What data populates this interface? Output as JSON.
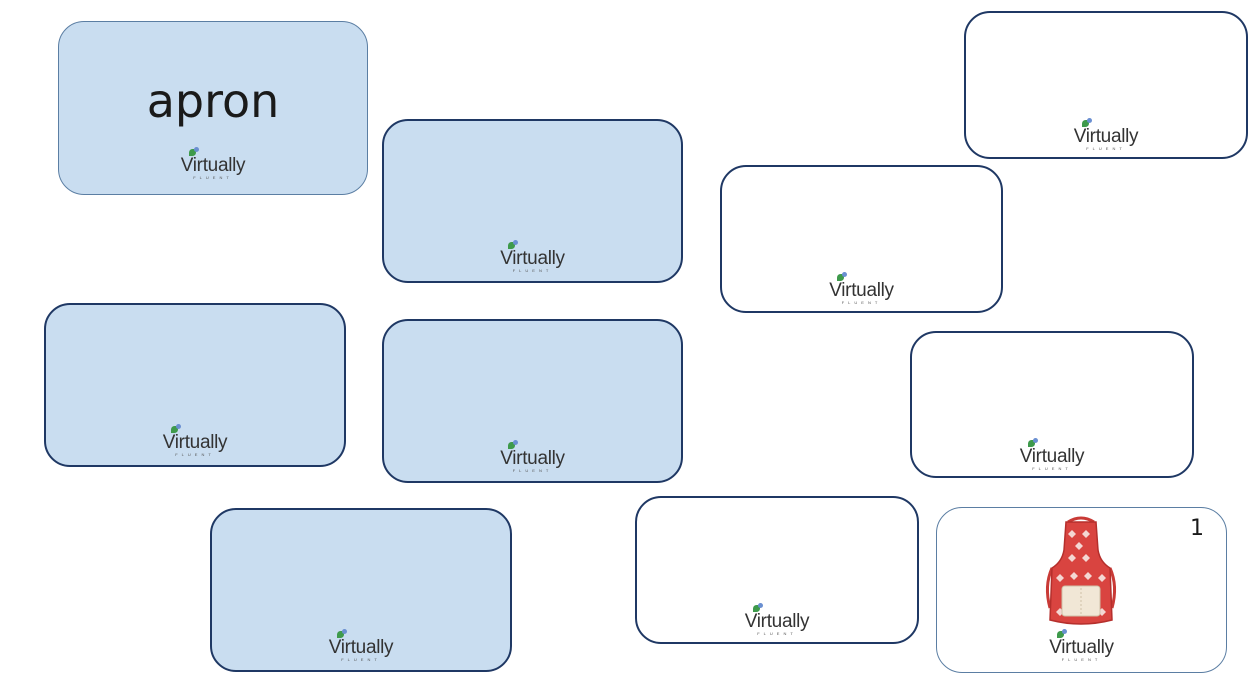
{
  "cards": [
    {
      "id": "apron-word",
      "word": "apron",
      "logo": "Virtually",
      "logo_sub": "FLUENT"
    },
    {
      "id": "blue-2",
      "logo": "Virtually",
      "logo_sub": "FLUENT"
    },
    {
      "id": "blue-3",
      "logo": "Virtually",
      "logo_sub": "FLUENT"
    },
    {
      "id": "blue-4",
      "logo": "Virtually",
      "logo_sub": "FLUENT"
    },
    {
      "id": "blue-5",
      "logo": "Virtually",
      "logo_sub": "FLUENT"
    },
    {
      "id": "white-1",
      "logo": "Virtually",
      "logo_sub": "FLUENT"
    },
    {
      "id": "white-2",
      "logo": "Virtually",
      "logo_sub": "FLUENT"
    },
    {
      "id": "white-3",
      "logo": "Virtually",
      "logo_sub": "FLUENT"
    },
    {
      "id": "white-4",
      "logo": "Virtually",
      "logo_sub": "FLUENT"
    },
    {
      "id": "apron-picture",
      "number": "1",
      "image": "apron-icon",
      "logo": "Virtually",
      "logo_sub": "FLUENT"
    }
  ],
  "colors": {
    "card_blue": "#c9ddf0",
    "card_border": "#1f3864",
    "apron_red": "#d94440"
  }
}
